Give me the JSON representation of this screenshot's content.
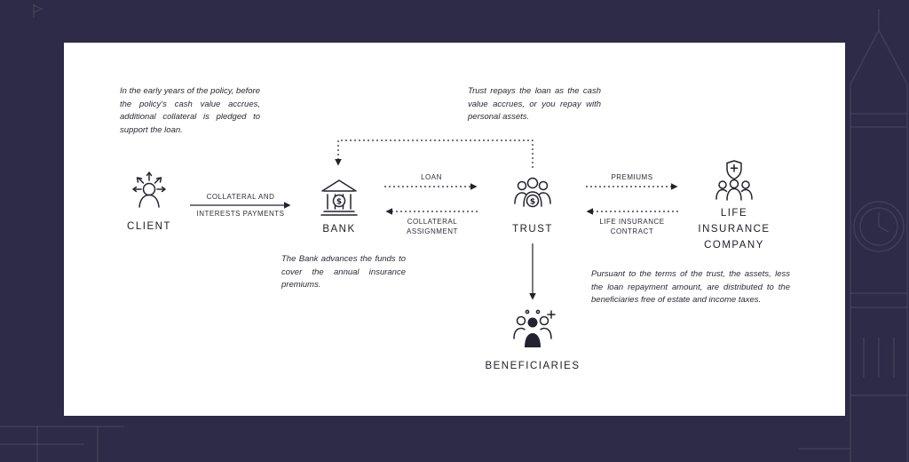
{
  "page": {
    "background_color": "#2d2b47",
    "card_color": "#ffffff",
    "ink_color": "#232230"
  },
  "annotations": {
    "early_years": "In the early years of the policy, before the policy's cash value accrues, additional collateral is pledged to support the loan.",
    "trust_repays": "Trust repays the loan as the cash value accrues, or you repay with personal assets.",
    "bank_advances": "The Bank advances the funds to cover the annual insurance premiums.",
    "pursuant": "Pursuant to the terms of the trust, the assets, less the loan repayment amount, are distributed to the beneficiaries free of estate and income taxes."
  },
  "nodes": {
    "client": {
      "label": "CLIENT"
    },
    "bank": {
      "label": "BANK"
    },
    "trust": {
      "label": "TRUST"
    },
    "life_insurance_company": {
      "label": "LIFE INSURANCE COMPANY"
    },
    "beneficiaries": {
      "label": "BENEFICIARIES"
    }
  },
  "edges": {
    "client_to_bank": {
      "line1": "COLLATERAL AND",
      "line2": "INTERESTS PAYMENTS"
    },
    "bank_to_trust": {
      "label": "LOAN"
    },
    "trust_to_bank": {
      "line1": "COLLATERAL",
      "line2": "ASSIGNMENT"
    },
    "trust_to_insurer": {
      "label": "PREMIUMS"
    },
    "insurer_to_trust": {
      "line1": "LIFE INSURANCE",
      "line2": "CONTRACT"
    }
  },
  "icons": {
    "client": "person-with-radiating-arrows-icon",
    "bank": "bank-building-dollar-icon",
    "trust": "people-group-dollar-icon",
    "life_insurance_company": "shield-plus-people-icon",
    "beneficiaries": "people-group-plus-icon",
    "background": "big-ben-clock-tower-outline"
  }
}
